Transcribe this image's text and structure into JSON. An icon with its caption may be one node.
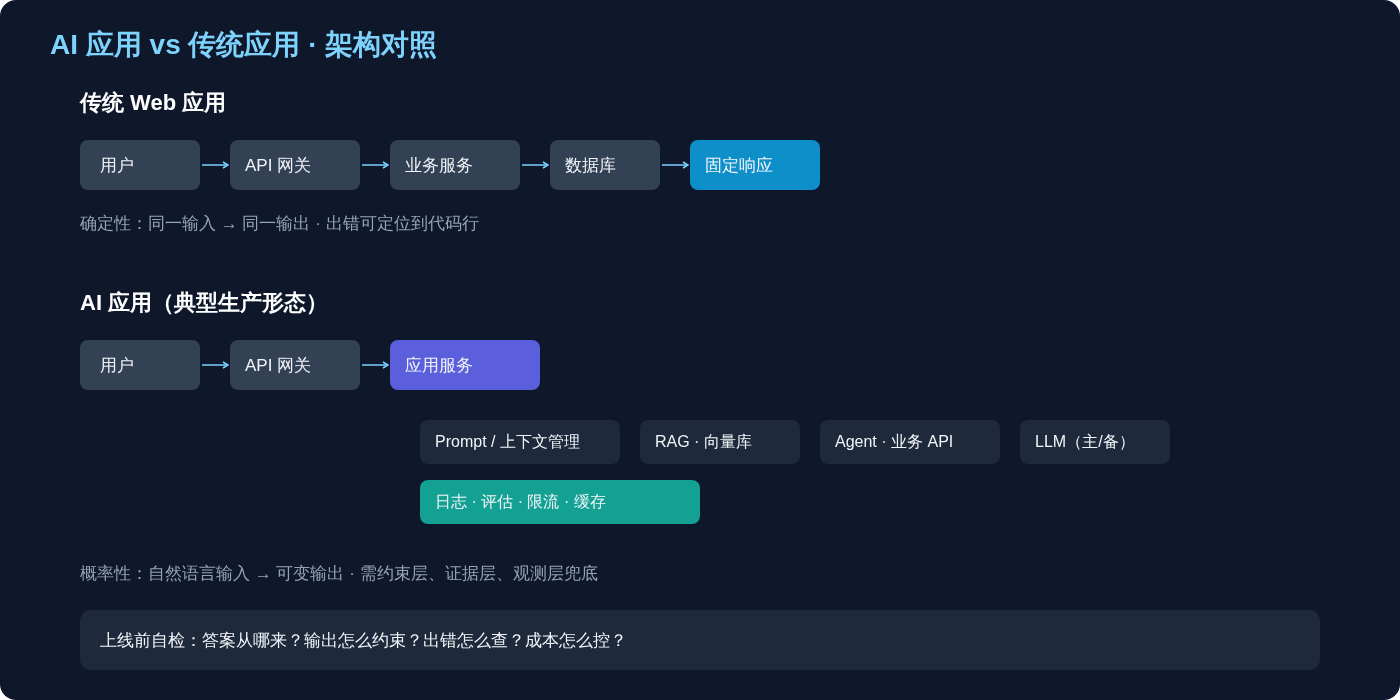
{
  "diagram": {
    "title": "AI 应用 vs 传统应用 · 架构对照",
    "nodes": [
      {
        "text": [
          "用户"
        ]
      },
      {
        "text": [
          "API 网关"
        ]
      },
      {
        "text": [
          "业务服务"
        ]
      },
      {
        "text": [
          "数据库"
        ]
      },
      {
        "text": [
          "固定响应"
        ]
      },
      {
        "text": [
          "用户"
        ]
      },
      {
        "text": [
          "API 网关"
        ]
      },
      {
        "text": [
          "应用服务"
        ]
      },
      {
        "text": [
          "Prompt / 上下文管理"
        ]
      },
      {
        "text": [
          "RAG · 向量库"
        ]
      },
      {
        "text": [
          "Agent · 业务 API"
        ]
      },
      {
        "text": [
          "LLM（主/备）"
        ]
      },
      {
        "text": [
          "日志 · 评估 · 限流 · 缓存"
        ]
      },
      {
        "text": [
          "上线前自检：答案从哪来？输出怎么约束？出错怎么查？成本怎么控？"
        ]
      }
    ],
    "edges": [
      {
        "from": 0,
        "to": 1,
        "arrow": "to"
      },
      {
        "from": 1,
        "to": 2,
        "arrow": "to"
      },
      {
        "from": 2,
        "to": 3,
        "arrow": "to"
      },
      {
        "from": 3,
        "to": 4,
        "arrow": "to"
      },
      {
        "from": 5,
        "to": 6,
        "arrow": "to"
      },
      {
        "from": 6,
        "to": 7,
        "arrow": "to"
      }
    ],
    "labels": [
      "传统 Web 应用",
      "确定性：同一输入 → 同一输出 · 出错可定位到代码行",
      "AI 应用（典型生产形态）",
      "概率性：自然语言输入 → 可变输出 · 需约束层、证据层、观测层兜底"
    ]
  }
}
